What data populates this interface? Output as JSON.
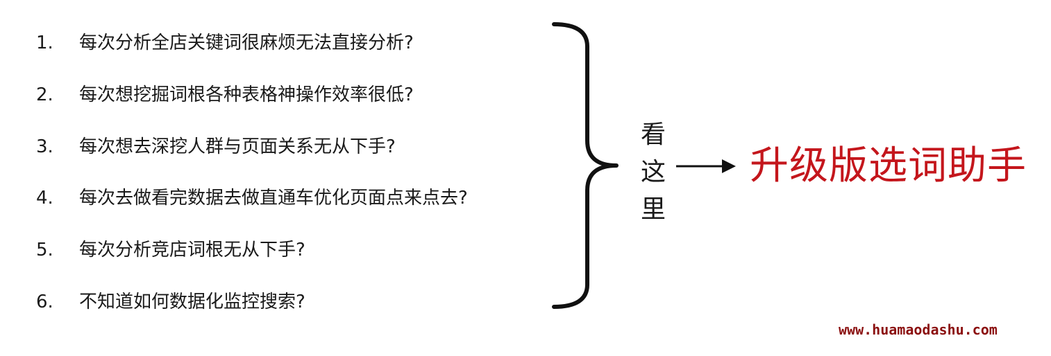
{
  "questions": [
    {
      "num": "1.",
      "text": "每次分析全店关键词很麻烦无法直接分析?"
    },
    {
      "num": "2.",
      "text": "每次想挖掘词根各种表格神操作效率很低?"
    },
    {
      "num": "3.",
      "text": "每次想去深挖人群与页面关系无从下手?"
    },
    {
      "num": "4.",
      "text": "每次去做看完数据去做直通车优化页面点来点去?"
    },
    {
      "num": "5.",
      "text": "每次分析竞店词根无从下手?"
    },
    {
      "num": "6.",
      "text": "不知道如何数据化监控搜索?"
    }
  ],
  "look_here": [
    "看",
    "这",
    "里"
  ],
  "headline": "升级版选词助手",
  "watermark": "www.huamaodashu.com",
  "colors": {
    "headline": "#c4161c",
    "watermark": "#8b1010",
    "text": "#1a1a1a"
  },
  "icons": {
    "brace": "right-curly-brace-icon",
    "arrow": "right-arrow-icon"
  }
}
